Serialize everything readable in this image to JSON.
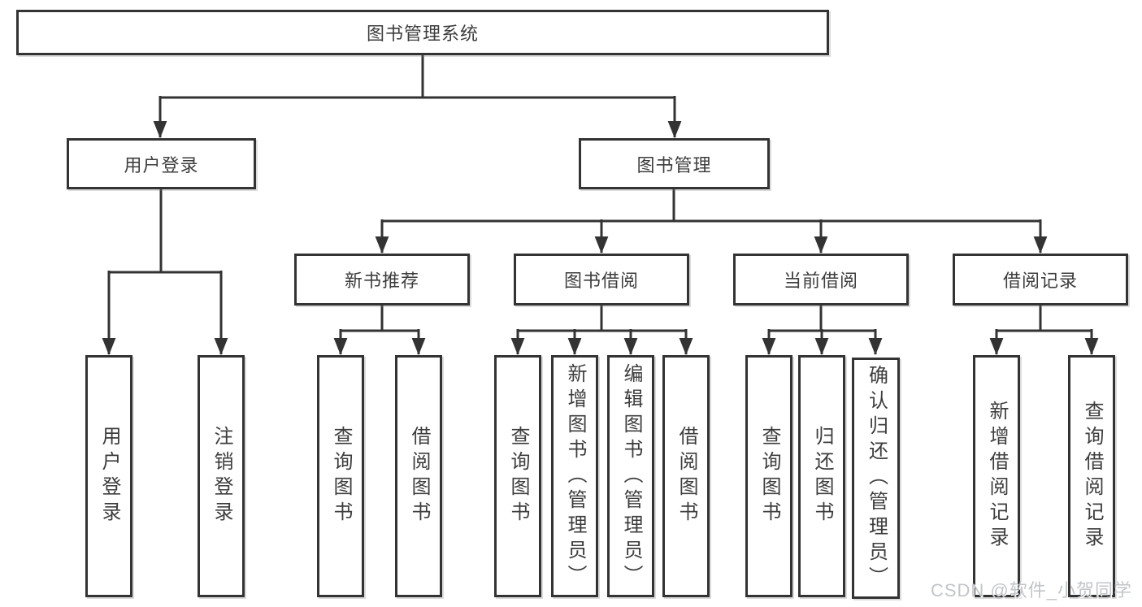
{
  "tree": {
    "label": "图书管理系统",
    "children": [
      {
        "label": "用户登录",
        "children": [
          {
            "label": "用户登录"
          },
          {
            "label": "注销登录"
          }
        ]
      },
      {
        "label": "图书管理",
        "children": [
          {
            "label": "新书推荐",
            "children": [
              {
                "label": "查询图书"
              },
              {
                "label": "借阅图书"
              }
            ]
          },
          {
            "label": "图书借阅",
            "children": [
              {
                "label": "查询图书"
              },
              {
                "label": "新增图书（管理员）"
              },
              {
                "label": "编辑图书（管理员）"
              },
              {
                "label": "借阅图书"
              }
            ]
          },
          {
            "label": "当前借阅",
            "children": [
              {
                "label": "查询图书"
              },
              {
                "label": "归还图书"
              },
              {
                "label": "确认归还（管理员）"
              }
            ]
          },
          {
            "label": "借阅记录",
            "children": [
              {
                "label": "新增借阅记录"
              },
              {
                "label": "查询借阅记录"
              }
            ]
          }
        ]
      }
    ]
  },
  "watermark": {
    "text": "CSDN @软件_小贺同学"
  },
  "colors": {
    "line": "#333333",
    "box_border": "#333333",
    "box_background": "#ffffff",
    "text": "#3d3d3d",
    "watermark": "#c2c5c9"
  }
}
